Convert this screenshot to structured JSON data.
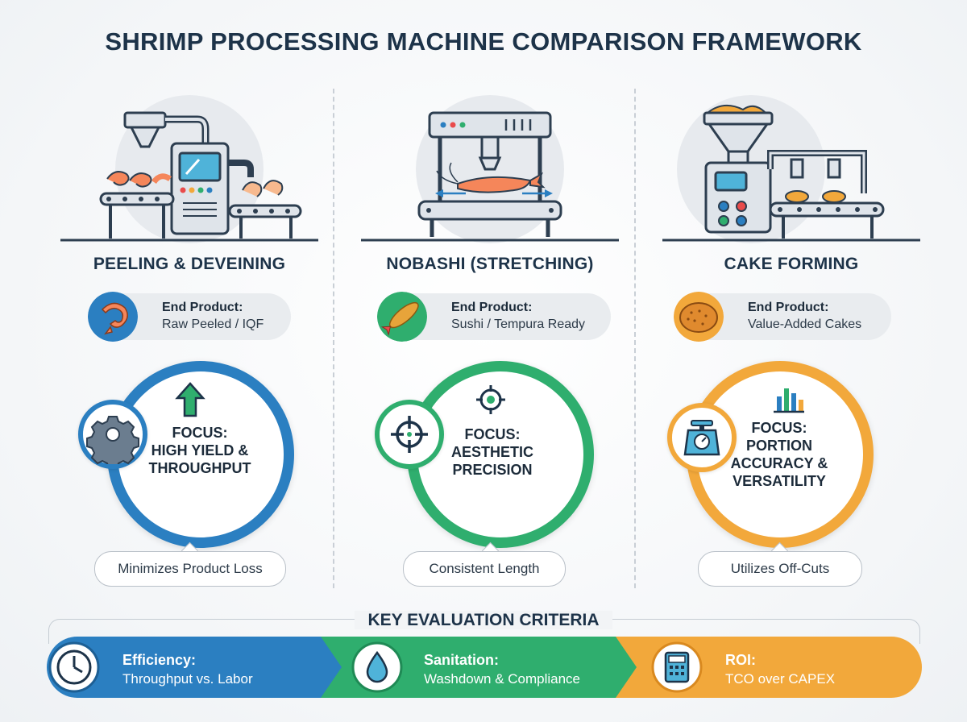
{
  "title": "SHRIMP PROCESSING MACHINE COMPARISON FRAMEWORK",
  "colors": {
    "blue": "#2b7fc1",
    "green": "#2fae6e",
    "orange": "#f2a83b",
    "navy": "#1d3349",
    "gray_panel": "#e9ecef"
  },
  "columns": [
    {
      "name": "PEELING & DEVEINING",
      "illustration_icon": "peeling-machine-icon",
      "end_product_icon": "shrimp-icon",
      "end_product_label": "End Product:",
      "end_product_value": "Raw Peeled / IQF",
      "focus_line1": "FOCUS:",
      "focus_line2": "HIGH YIELD &",
      "focus_line3": "THROUGHPUT",
      "focus_icon": "arrow-up-icon",
      "side_icon": "gear-icon",
      "benefit": "Minimizes Product Loss",
      "accent": "#2b7fc1"
    },
    {
      "name": "NOBASHI (STRETCHING)",
      "illustration_icon": "stretching-machine-icon",
      "end_product_icon": "tempura-shrimp-icon",
      "end_product_label": "End Product:",
      "end_product_value": "Sushi / Tempura Ready",
      "focus_line1": "FOCUS:",
      "focus_line2": "AESTHETIC",
      "focus_line3": "PRECISION",
      "focus_icon": "target-icon",
      "side_icon": "crosshair-icon",
      "benefit": "Consistent Length",
      "accent": "#2fae6e"
    },
    {
      "name": "CAKE FORMING",
      "illustration_icon": "cake-forming-machine-icon",
      "end_product_icon": "shrimp-cake-icon",
      "end_product_label": "End Product:",
      "end_product_value": "Value-Added Cakes",
      "focus_line1": "FOCUS:",
      "focus_line2": "PORTION",
      "focus_line3": "ACCURACY &",
      "focus_line4": "VERSATILITY",
      "focus_icon": "bar-chart-icon",
      "side_icon": "scale-icon",
      "benefit": "Utilizes Off-Cuts",
      "accent": "#f2a83b"
    }
  ],
  "criteria": {
    "title": "KEY EVALUATION CRITERIA",
    "items": [
      {
        "label": "Efficiency:",
        "value": "Throughput vs. Labor",
        "icon": "clock-icon",
        "color": "#2b7fc1"
      },
      {
        "label": "Sanitation:",
        "value": "Washdown & Compliance",
        "icon": "water-drop-icon",
        "color": "#2fae6e"
      },
      {
        "label": "ROI:",
        "value": "TCO over CAPEX",
        "icon": "calculator-icon",
        "color": "#f2a83b"
      }
    ]
  }
}
